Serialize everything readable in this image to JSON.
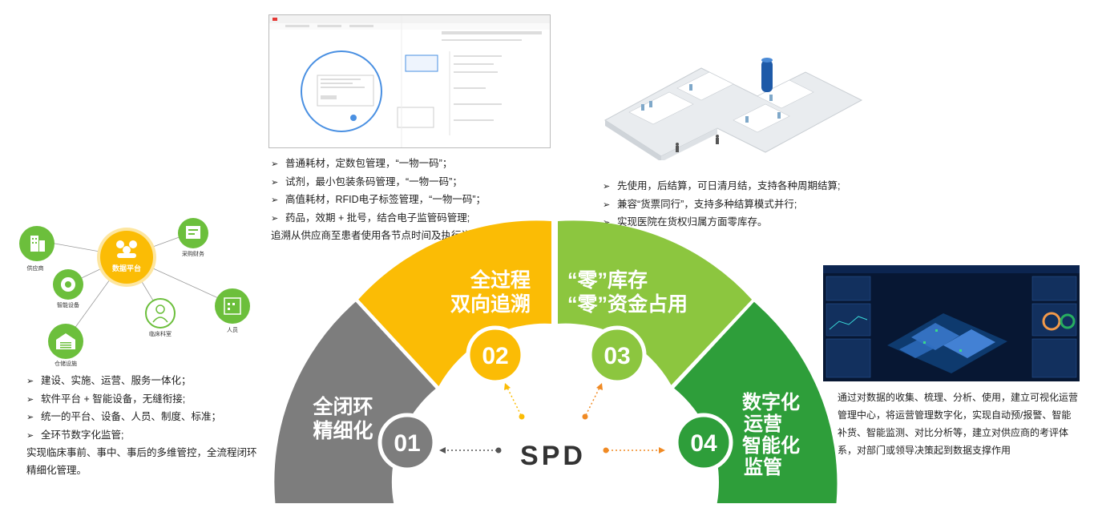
{
  "hub": {
    "center": "数据平台",
    "nodes": [
      "供应商",
      "采购财务",
      "智能设备",
      "临床科室",
      "人员",
      "仓储设施"
    ]
  },
  "left_block": {
    "bullets": [
      "建设、实施、运营、服务一体化；",
      "软件平台 + 智能设备，无缝衔接;",
      "统一的平台、设备、人员、制度、标准；",
      "全环节数字化监管;"
    ],
    "paragraph": "实现临床事前、事中、事后的多维管控，全流程闭环精细化管理。"
  },
  "top_center": {
    "bullets": [
      "普通耗材，定数包管理，“一物一码”；",
      "试剂，最小包装条码管理，“一物一码”；",
      "高值耗材，RFID电子标签管理，“一物一码”；",
      "药品，效期 + 批号，结合电子监管码管理;"
    ],
    "paragraph": "追溯从供应商至患者使用各节点时间及执行详情。"
  },
  "top_right": {
    "bullets": [
      "先使用，后结算，可日清月结，支持各种周期结算;",
      "兼容“货票同行”，支持多种结算模式并行;",
      "实现医院在货权归属方面零库存。"
    ]
  },
  "right_block": {
    "paragraph": "通过对数据的收集、梳理、分析、使用，建立可视化运营管理中心，将运营管理数字化，实现自动预/报警、智能补货、智能监测、对比分析等，建立对供应商的考评体系，对部门或领导决策起到数据支撑作用"
  },
  "arc": {
    "center_label": "SPD",
    "segments": [
      {
        "num": "01",
        "line1": "全闭环",
        "line2": "精细化",
        "line3": "",
        "line4": "",
        "color": "#7d7d7d"
      },
      {
        "num": "02",
        "line1": "全过程",
        "line2": "双向追溯",
        "line3": "",
        "line4": "",
        "color": "#fbbc05"
      },
      {
        "num": "03",
        "line1": "“零”库存",
        "line2": "“零”资金占用",
        "line3": "",
        "line4": "",
        "color": "#8cc63f"
      },
      {
        "num": "04",
        "line1": "数字化",
        "line2": "运营",
        "line3": "智能化",
        "line4": "监管",
        "color": "#2e9e3a"
      }
    ]
  }
}
